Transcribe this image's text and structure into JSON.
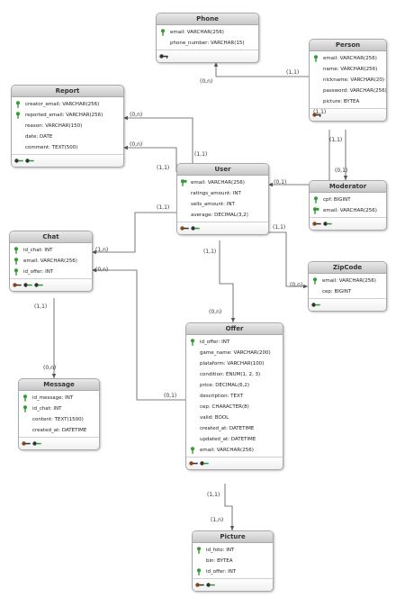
{
  "entities": {
    "phone": {
      "title": "Phone",
      "attrs": [
        "email: VARCHAR(256)",
        "phone_number: VARCHAR(15)"
      ]
    },
    "person": {
      "title": "Person",
      "attrs": [
        "email: VARCHAR(256)",
        "name: VARCHAR(256)",
        "nickname: VARCHAR(20)",
        "password: VARCHAR(256)",
        "picture: BYTEA"
      ]
    },
    "report": {
      "title": "Report",
      "attrs": [
        "creator_email: VARCHAR(256)",
        "reported_email: VARCHAR(256)",
        "reason: VARCHAR(150)",
        "date: DATE",
        "comment: TEXT(500)"
      ]
    },
    "user": {
      "title": "User",
      "attrs": [
        "email: VARCHAR(256)",
        "ratings_amount: INT",
        "sells_amount: INT",
        "average: DECIMAL(3,2)"
      ]
    },
    "moderator": {
      "title": "Moderator",
      "attrs": [
        "cpf: BIGINT",
        "email: VARCHAR(256)"
      ]
    },
    "chat": {
      "title": "Chat",
      "attrs": [
        "id_chat: INT",
        "email: VARCHAR(256)",
        "id_offer: INT"
      ]
    },
    "zipcode": {
      "title": "ZipCode",
      "attrs": [
        "email: VARCHAR(256)",
        "cep: BIGINT"
      ]
    },
    "message": {
      "title": "Message",
      "attrs": [
        "id_message: INT",
        "id_chat: INT",
        "content: TEXT(1500)",
        "created_at: DATETIME"
      ]
    },
    "offer": {
      "title": "Offer",
      "attrs": [
        "id_offer: INT",
        "game_name: VARCHAR(200)",
        "plataform: VARCHAR(100)",
        "condition: ENUM(1, 2, 3)",
        "price: DECIMAL(6,2)",
        "description: TEXT",
        "cep: CHARACTER(8)",
        "valid: BOOL",
        "created_at: DATETIME",
        "updated_at: DATETIME",
        "email: VARCHAR(256)"
      ]
    },
    "picture": {
      "title": "Picture",
      "attrs": [
        "id_foto: INT",
        "bin: BYTEA",
        "id_offer: INT"
      ]
    }
  },
  "cardinalities": {
    "phone_person": "(0,n)",
    "person_phone": "(1,1)",
    "report_user_1": "(0,n)",
    "report_user_2": "(0,n)",
    "user_report_1": "(1,1)",
    "user_report_2": "(1,1)",
    "person_user": "(1,1)",
    "user_person": "(0,1)",
    "person_moderator": "(1,1)",
    "moderator_person": "(0,1)",
    "user_chat": "(1,1)",
    "chat_user": "(1,n)",
    "user_zipcode": "(1,1)",
    "zipcode_user": "(0,n)",
    "user_offer": "(1,1)",
    "offer_user": "(0,n)",
    "chat_offer": "(0,n)",
    "offer_chat": "(0,1)",
    "chat_message": "(1,1)",
    "message_chat": "(0,n)",
    "offer_picture": "(1,1)",
    "picture_offer": "(1,n)"
  }
}
